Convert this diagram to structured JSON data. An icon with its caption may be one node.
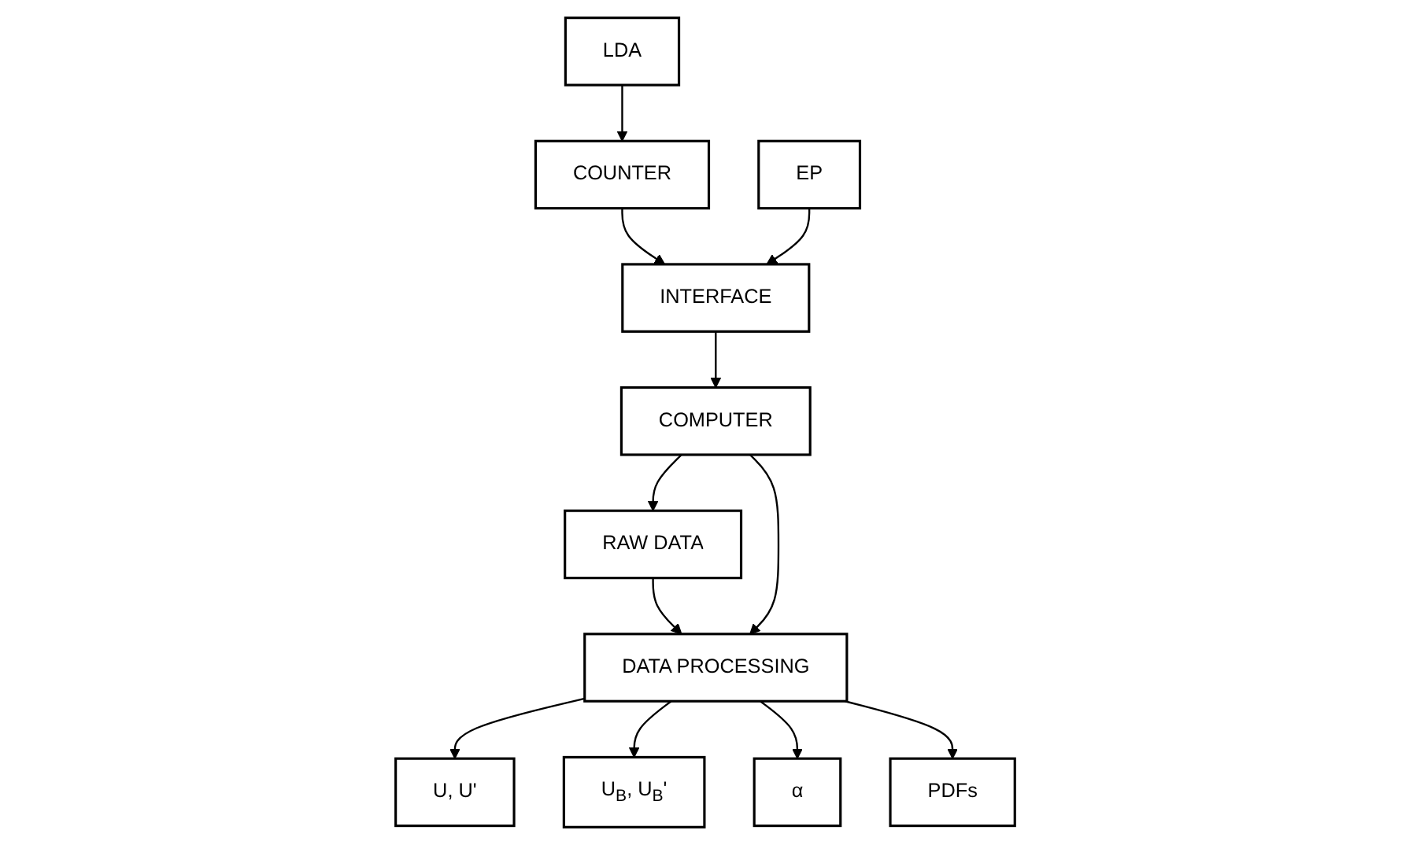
{
  "diagram": {
    "nodes": [
      {
        "text": [
          "LDA"
        ]
      },
      {
        "text": [
          "COUNTER"
        ]
      },
      {
        "text": [
          "INTERFACE"
        ]
      },
      {
        "text": [
          "EP"
        ]
      },
      {
        "text": [
          "RAW DATA"
        ]
      },
      {
        "text": [
          "COMPUTER"
        ]
      },
      {
        "text": [
          "DATA PROCESSING"
        ]
      },
      {
        "text": [
          "U, U'"
        ]
      },
      {
        "text": [
          "U$_{B}$, U$_{B}$'"
        ]
      },
      {
        "text": [
          "α"
        ]
      },
      {
        "text": [
          "PDFs"
        ]
      }
    ],
    "edges": [
      {
        "from": 0,
        "to": 1,
        "arrow": "to"
      },
      {
        "from": 1,
        "to": 2,
        "arrow": "to"
      },
      {
        "from": 3,
        "to": 2,
        "arrow": "to"
      },
      {
        "from": 2,
        "to": 5,
        "arrow": "to"
      },
      {
        "from": 5,
        "to": 4,
        "arrow": "to"
      },
      {
        "from": 4,
        "to": 6,
        "arrow": "to"
      },
      {
        "from": 5,
        "to": 6,
        "arrow": "to"
      },
      {
        "from": 6,
        "to": 7,
        "arrow": "to"
      },
      {
        "from": 6,
        "to": 8,
        "arrow": "to"
      },
      {
        "from": 6,
        "to": 9,
        "arrow": "to"
      },
      {
        "from": 6,
        "to": 10,
        "arrow": "to"
      }
    ]
  }
}
